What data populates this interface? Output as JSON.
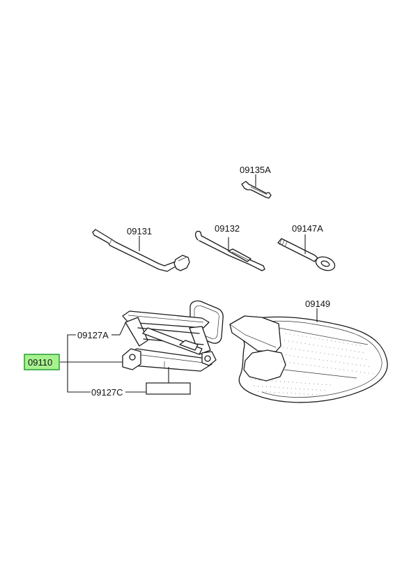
{
  "callouts": {
    "p09135A": "09135A",
    "p09131": "09131",
    "p09132": "09132",
    "p09147A": "09147A",
    "p09149": "09149",
    "p09127A": "09127A",
    "p09110": "09110",
    "p09127C": "09127C"
  },
  "colors": {
    "highlight_fill": "#a6f28e",
    "highlight_border": "#2fa33a",
    "line": "#1a1a1a"
  }
}
